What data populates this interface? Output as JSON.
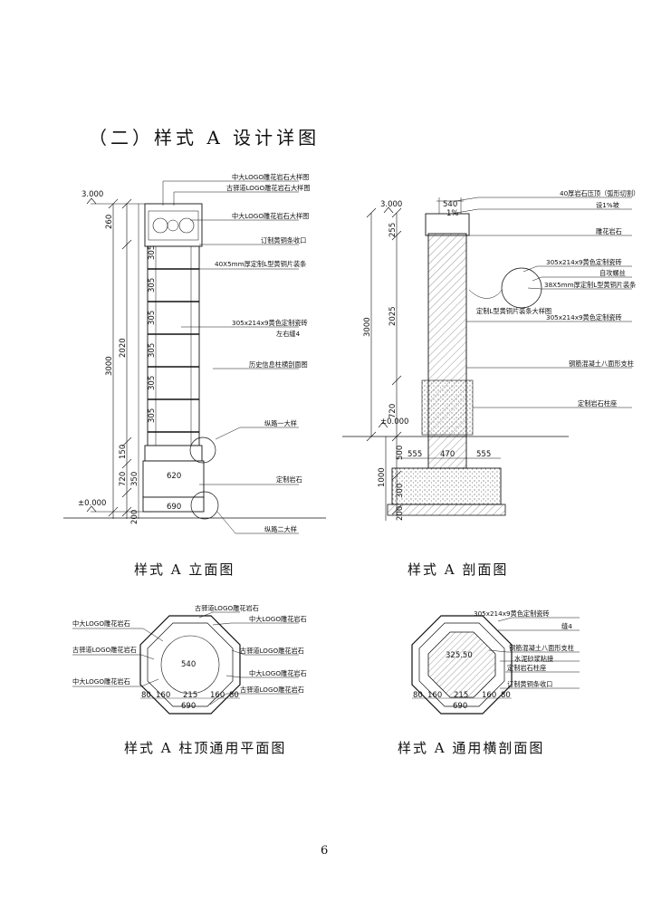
{
  "page": {
    "title": "（二）样式 A 设计详图",
    "page_number": "6"
  },
  "captions": {
    "elevation": "样式 A 立面图",
    "section": "样式 A 剖面图",
    "plan_top": "样式 A 柱顶通用平面图",
    "cross_section": "样式 A 通用横剖面图"
  },
  "elevation": {
    "labels": [
      "中大LOGO雕花岩石大样图",
      "古驿道LOGO雕花岩石大样图",
      "中大LOGO雕花岩石大样图",
      "订制黄铜条收口",
      "40X5mm厚定制L型黄铜片装条",
      "305x214x9黄色定制瓷砖",
      "左右缝4",
      "历史信息柱横剖面图",
      "纵路一大样",
      "定制岩石",
      "纵路二大样"
    ],
    "level_top": "3.000",
    "level_ground": "±0.000",
    "dims_left": [
      "260",
      "2020",
      "3000",
      "150",
      "720",
      "350",
      "200"
    ],
    "dims_inner": [
      "305",
      "305",
      "305",
      "305",
      "305",
      "305"
    ],
    "dim_620": "620",
    "dim_690": "690"
  },
  "section": {
    "labels": [
      "40厚岩石压顶（弧形切割）",
      "设1%坡",
      "雕花岩石",
      "305x214x9黄色定制瓷砖",
      "自攻螺丝",
      "38X5mm厚定制L型黄铜片装条",
      "定制L型黄铜片装条大样图",
      "305x214x9黄色定制瓷砖",
      "钢筋混凝土八面形支柱",
      "定制岩石柱座"
    ],
    "level_top": "3.000",
    "level_ground": "±0.000",
    "dims_left": [
      "3000",
      "255",
      "2025",
      "720",
      "500",
      "1000",
      "300",
      "200"
    ],
    "dim_top": "540",
    "slope": "1%",
    "dims_base": [
      "555",
      "470",
      "555"
    ]
  },
  "plan_top": {
    "labels_left": [
      "中大LOGO雕花岩石",
      "古驿道LOGO雕花岩石",
      "中大LOGO雕花岩石"
    ],
    "labels_top": [
      "古驿道LOGO雕花岩石",
      "中大LOGO雕花岩石"
    ],
    "labels_right": [
      "古驿道LOGO雕花岩石",
      "中大LOGO雕花岩石",
      "古驿道LOGO雕花岩石"
    ],
    "dim_inner": "540",
    "dims_bottom": [
      "80",
      "160",
      "215",
      "160",
      "80"
    ],
    "dim_total": "690"
  },
  "cross_section": {
    "labels": [
      "305x214x9黄色定制瓷砖",
      "缝4",
      "钢筋混凝土八面形支柱",
      "水泥砂浆粘接",
      "定制岩石柱座",
      "订制黄铜条收口"
    ],
    "dim_inner": "325.50",
    "dims_bottom": [
      "80",
      "160",
      "215",
      "160",
      "80"
    ],
    "dim_total": "690"
  }
}
